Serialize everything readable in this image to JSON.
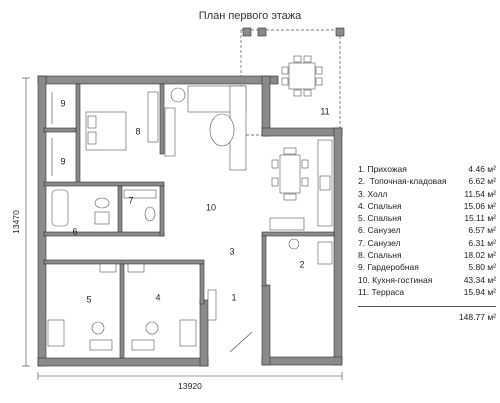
{
  "title": "План первого этажа",
  "dimensions": {
    "height": "13470",
    "width": "13920"
  },
  "room_numbers": {
    "r9a": "9",
    "r9b": "9",
    "r8": "8",
    "r7": "7",
    "r6": "6",
    "r10": "10",
    "r3": "3",
    "r2": "2",
    "r1": "1",
    "r5": "5",
    "r4": "4",
    "r11": "11"
  },
  "legend": [
    {
      "name": "1. Прихожая",
      "area": "4.46 м²"
    },
    {
      "name": "2.  Топочная-кладовая",
      "area": "6.62 м²"
    },
    {
      "name": "3. Холл",
      "area": "11.54 м²"
    },
    {
      "name": "4. Спальня",
      "area": "15.06 м²"
    },
    {
      "name": "5. Спальня",
      "area": "15.11 м²"
    },
    {
      "name": "6. Санузел",
      "area": "6.57 м²"
    },
    {
      "name": "7. Санузел",
      "area": "6.31 м²"
    },
    {
      "name": "8. Спальня",
      "area": "18.02 м²"
    },
    {
      "name": "9. Гардеробная",
      "area": "5.80 м²"
    },
    {
      "name": "10. Кухня-гостиная",
      "area": "43.34 м²"
    },
    {
      "name": "11. Терраса",
      "area": "15.94 м²"
    }
  ],
  "total": "148.77 м²"
}
